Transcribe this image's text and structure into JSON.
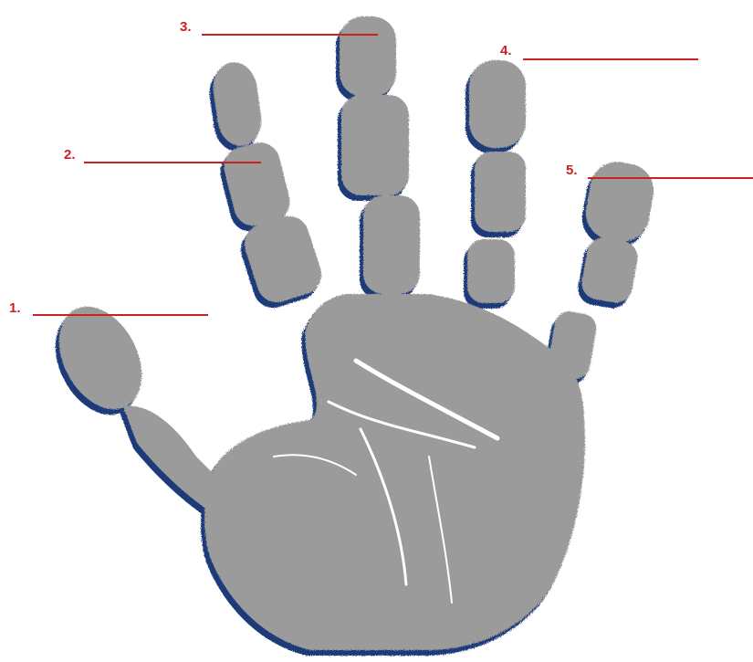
{
  "diagram": {
    "colors": {
      "hand_fill": "#9b9b9b",
      "hand_shadow": "#1f3a78",
      "label_text": "#cc1f1f",
      "background": "#ffffff"
    },
    "labels": [
      {
        "number": "1.",
        "answer": ""
      },
      {
        "number": "2.",
        "answer": ""
      },
      {
        "number": "3.",
        "answer": ""
      },
      {
        "number": "4.",
        "answer": ""
      },
      {
        "number": "5.",
        "answer": ""
      }
    ]
  }
}
